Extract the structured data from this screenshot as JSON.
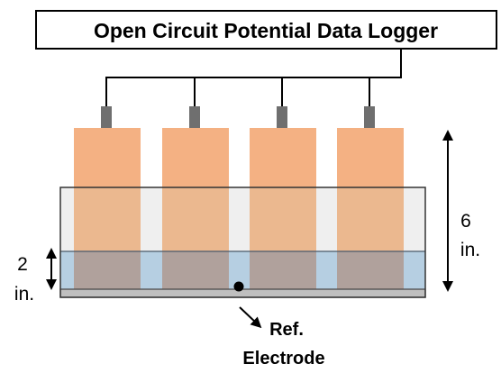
{
  "logger": {
    "label": "Open Circuit Potential Data Logger"
  },
  "dimensions": {
    "tank_height_value": "6",
    "tank_height_unit": "in.",
    "water_depth_value": "2",
    "water_depth_unit": "in."
  },
  "reference_electrode": {
    "line1": "Ref.",
    "line2": "Electrode"
  },
  "specimens": {
    "count": 4
  },
  "colors": {
    "specimen": "#f4b183",
    "specimen_submerged": "#b4a09a",
    "water": "#b6cfe2",
    "tank_wall": "#e8e8e8",
    "tank_base": "#bfbfbf",
    "connector": "#6f6f6f",
    "wire": "#000000"
  }
}
